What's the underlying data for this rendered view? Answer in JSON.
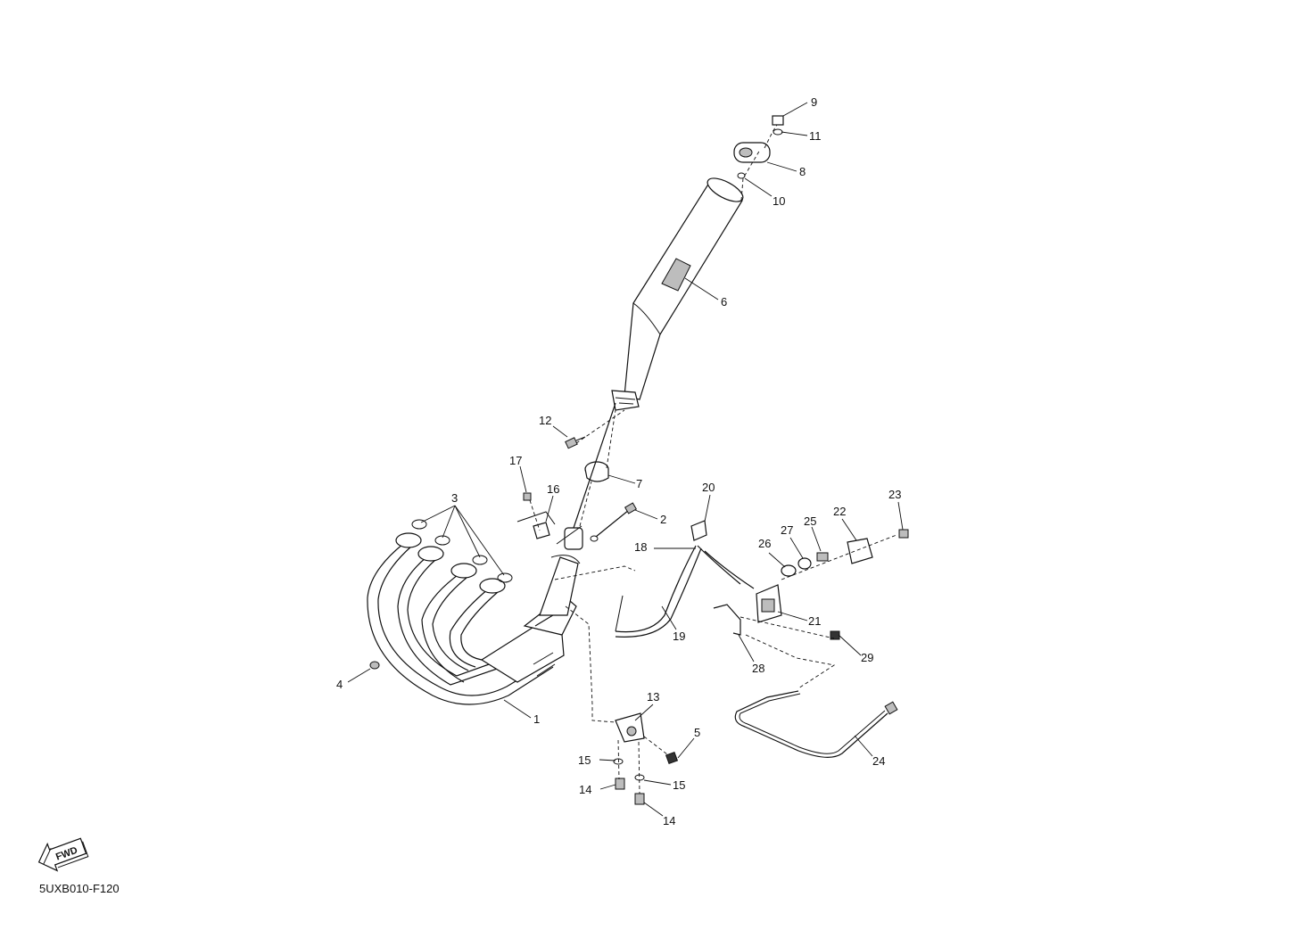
{
  "diagram": {
    "code": "5UXB010-F120",
    "fwd_label": "FWD",
    "labels": [
      "1",
      "2",
      "3",
      "4",
      "5",
      "6",
      "7",
      "8",
      "9",
      "10",
      "11",
      "12",
      "13",
      "14",
      "14",
      "15",
      "15",
      "16",
      "17",
      "18",
      "19",
      "20",
      "21",
      "22",
      "23",
      "24",
      "25",
      "26",
      "27",
      "28",
      "29"
    ]
  }
}
